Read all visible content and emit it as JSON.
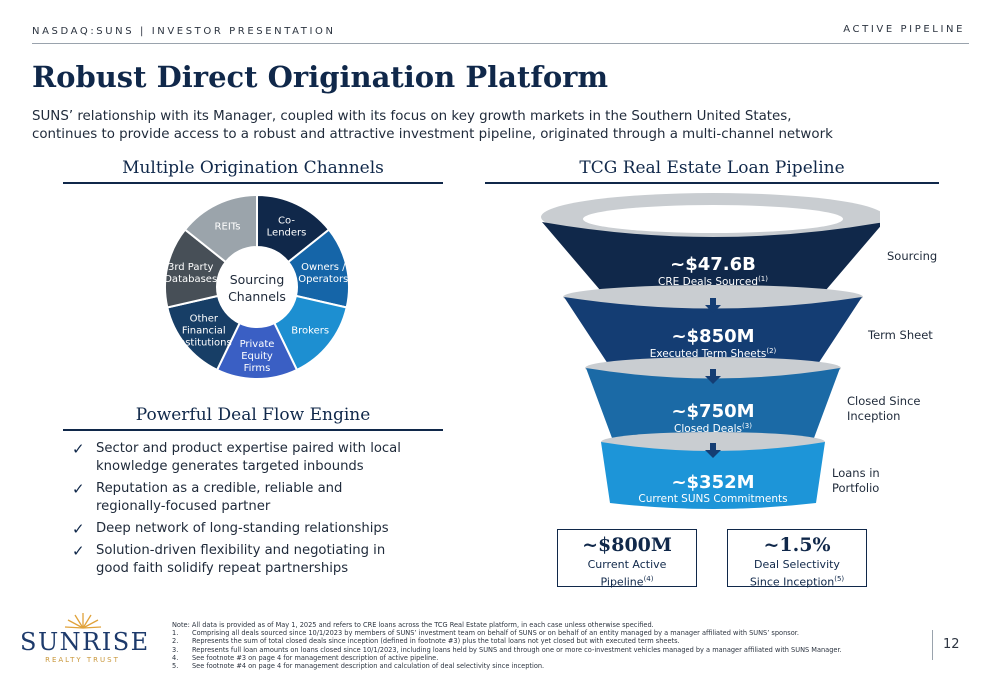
{
  "header": {
    "left": "NASDAQ:SUNS | INVESTOR PRESENTATION",
    "right": "ACTIVE PIPELINE"
  },
  "title": "Robust Direct Origination Platform",
  "subtitle_lines": [
    "SUNS’ relationship with its Manager, coupled with its focus on key growth markets in the Southern United States,",
    "continues to provide access to a robust and attractive investment pipeline, originated through a multi-channel network"
  ],
  "channels": {
    "heading": "Multiple Origination Channels",
    "center_label": [
      "Sourcing",
      "Channels"
    ],
    "segments": [
      {
        "label": [
          "Co-",
          "Lenders"
        ],
        "color": "#10284a"
      },
      {
        "label": [
          "Owners /",
          "Operators"
        ],
        "color": "#1565a8"
      },
      {
        "label": [
          "Brokers"
        ],
        "color": "#1d8fd1"
      },
      {
        "label": [
          "Private",
          "Equity",
          "Firms"
        ],
        "color": "#3a5fc4"
      },
      {
        "label": [
          "Other",
          "Financial",
          "Institutions"
        ],
        "color": "#173e66"
      },
      {
        "label": [
          "3rd Party",
          "Databases"
        ],
        "color": "#474f57"
      },
      {
        "label": [
          "REITs"
        ],
        "color": "#9ba4ab"
      }
    ]
  },
  "pipeline": {
    "heading": "TCG Real Estate Loan Pipeline",
    "stages": [
      {
        "value": "~$47.6B",
        "caption": "CRE Deals Sourced",
        "footnote": "(1)",
        "side": [
          "Sourcing"
        ],
        "color": "#10284a"
      },
      {
        "value": "~$850M",
        "caption": "Executed Term Sheets",
        "footnote": "(2)",
        "side": [
          "Term Sheet"
        ],
        "color": "#143d73"
      },
      {
        "value": "~$750M",
        "caption": "Closed Deals",
        "footnote": "(3)",
        "side": [
          "Closed Since",
          "Inception"
        ],
        "color": "#1b6aa6"
      },
      {
        "value": "~$352M",
        "caption": "Current SUNS Commitments",
        "footnote": "",
        "side": [
          "Loans in",
          "Portfolio"
        ],
        "color": "#1d95d8"
      }
    ],
    "boxes": [
      {
        "value": "~$800M",
        "caption_lines": [
          "Current Active",
          "Pipeline"
        ],
        "footnote": "(4)"
      },
      {
        "value": "~1.5%",
        "caption_lines": [
          "Deal Selectivity",
          "Since Inception"
        ],
        "footnote": "(5)"
      }
    ]
  },
  "dealflow": {
    "heading": "Powerful Deal Flow Engine",
    "check_glyph": "✓",
    "bullets": [
      [
        "Sector and product expertise paired with local",
        "knowledge generates targeted inbounds"
      ],
      [
        "Reputation as a credible, reliable and",
        "regionally-focused partner"
      ],
      [
        "Deep network of long-standing relationships"
      ],
      [
        "Solution-driven flexibility and negotiating in",
        "good faith solidify repeat partnerships"
      ]
    ]
  },
  "logo": {
    "word": "SUNRISE",
    "sub": "REALTY TRUST"
  },
  "notes": {
    "intro": "Note: All data is provided as of May 1, 2025 and refers to CRE loans across the TCG Real Estate platform, in each case unless otherwise specified.",
    "items": [
      {
        "n": "1.",
        "text": "Comprising all deals sourced since 10/1/2023 by members of SUNS’ investment team on behalf of SUNS or on behalf of an entity managed by a manager affiliated with SUNS’ sponsor."
      },
      {
        "n": "2.",
        "text": "Represents the sum of total closed deals since inception (defined in footnote #3) plus the total loans not yet closed but with executed term sheets."
      },
      {
        "n": "3.",
        "text": "Represents full loan amounts on loans closed since 10/1/2023, including loans held by SUNS and through one or more co-investment vehicles managed by a manager affiliated with SUNS Manager."
      },
      {
        "n": "4.",
        "text": "See footnote #3 on page 4 for management description of active pipeline."
      },
      {
        "n": "5.",
        "text": "See footnote #4 on page 4 for management description and calculation of deal selectivity since inception."
      }
    ]
  },
  "page_number": "12"
}
